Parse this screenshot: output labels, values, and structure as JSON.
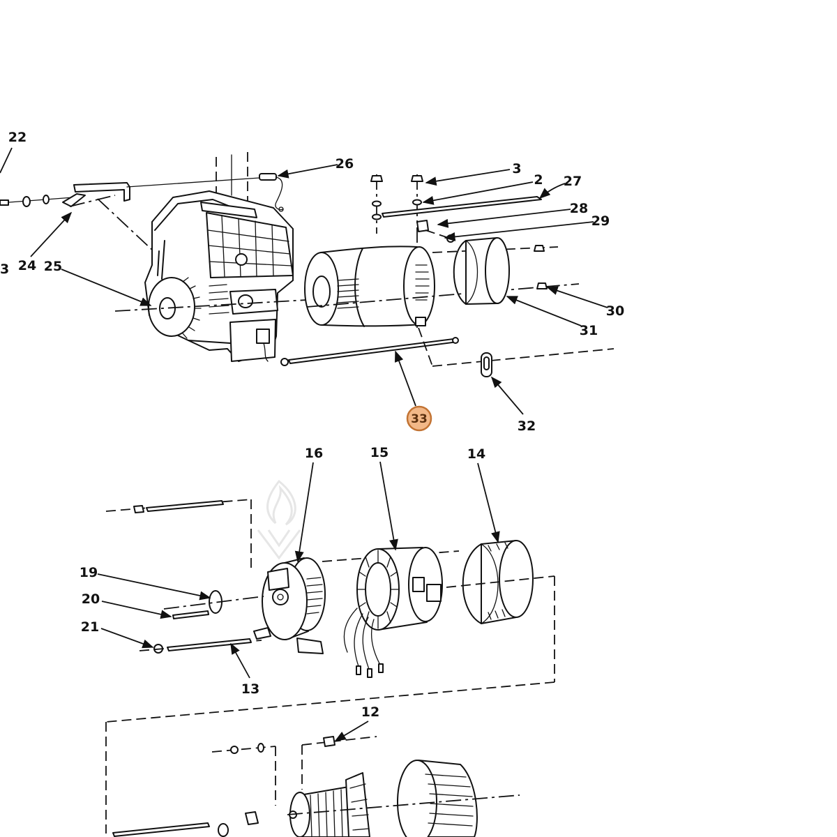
{
  "diagram": {
    "callouts": [
      {
        "label": "22"
      },
      {
        "label": "26"
      },
      {
        "label": "3"
      },
      {
        "label": "2"
      },
      {
        "label": "27"
      },
      {
        "label": "28"
      },
      {
        "label": "29"
      },
      {
        "label": "24"
      },
      {
        "label": "25"
      },
      {
        "label": "3"
      },
      {
        "label": "30"
      },
      {
        "label": "31"
      },
      {
        "label": "32"
      },
      {
        "label": "33",
        "selected": true
      },
      {
        "label": "16"
      },
      {
        "label": "15"
      },
      {
        "label": "14"
      },
      {
        "label": "19"
      },
      {
        "label": "20"
      },
      {
        "label": "21"
      },
      {
        "label": "13"
      },
      {
        "label": "12"
      }
    ]
  },
  "colors": {
    "ink": "#111111",
    "highlight_fill": "#f2b888",
    "highlight_stroke": "#c27333",
    "background": "#ffffff"
  },
  "icons": {
    "watermark": "flame-logo-icon"
  }
}
